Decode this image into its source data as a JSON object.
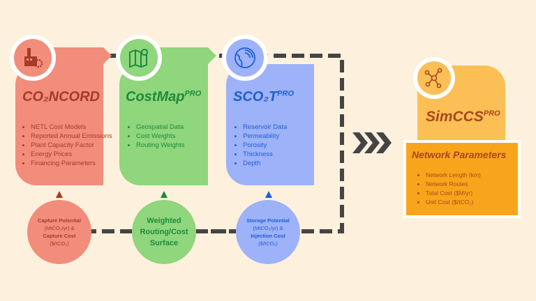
{
  "colors": {
    "bg": "#fdf1dd",
    "red": "#f28d7b",
    "red_text": "#a63b28",
    "green": "#8fd67c",
    "green_text": "#1e8a3c",
    "blue": "#9db2f8",
    "blue_text": "#1e5fd2",
    "orange": "#fcbf55",
    "orange_box": "#f9a51b",
    "orange_text": "#a8461c",
    "line": "#444444"
  },
  "tools": [
    {
      "name": "CO₂NCORD",
      "icon": "factory-gear-icon",
      "items": [
        "NETL Cost Models",
        "Reported Annual Emissions",
        "Plant Capacity Factor",
        "Energy Prices",
        "Financing Parameters"
      ]
    },
    {
      "name": "CostMap",
      "sup": "PRO",
      "icon": "map-pin-icon",
      "items": [
        "Geospatial Data",
        "Cost Weights",
        "Routing Weights"
      ]
    },
    {
      "name": "SCO₂T",
      "sup": "PRO",
      "icon": "globe-layers-icon",
      "items": [
        "Reservoir Data",
        "Permeability",
        "Porosity",
        "Thickness",
        "Depth"
      ]
    }
  ],
  "outputs": [
    {
      "l1": "Capture Potential",
      "l2": "(MtCO₂/yr) &",
      "l3": "Capture Cost",
      "l4": "($/tCO₂)"
    },
    {
      "l1": "Weighted",
      "l2": "Routing/Cost",
      "l3": "Surface"
    },
    {
      "l1": "Storage Potential",
      "l2": "(MtCO₂/yr) &",
      "l3": "Injection Cost",
      "l4": "($/tCO₂)"
    }
  ],
  "simccs": {
    "name": "SimCCS",
    "sup": "PRO",
    "icon": "network-nodes-icon",
    "box_title": "Network Parameters",
    "items": [
      "Network Length (km)",
      "Network Routes",
      "Total Cost ($M/yr)",
      "Unit Cost ($/tCO₂)"
    ]
  }
}
